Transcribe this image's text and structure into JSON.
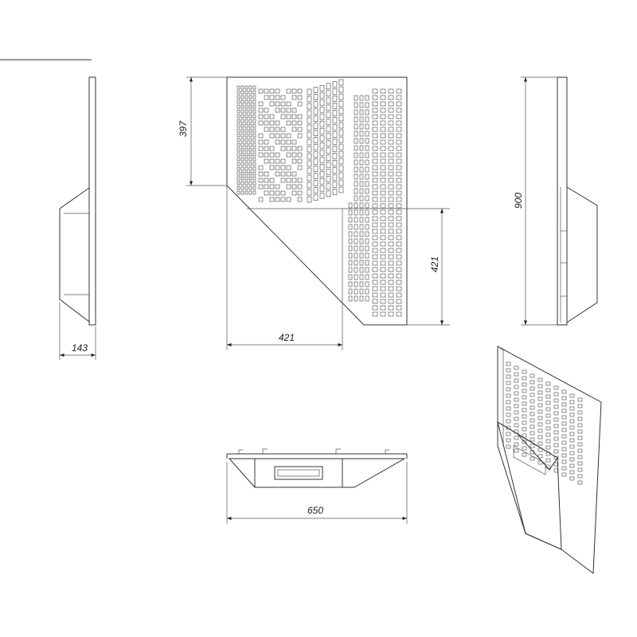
{
  "title": "Wall fireplace technical drawing",
  "dimensions": {
    "front_upper_height": "397",
    "front_lower_height": "421",
    "front_lower_width": "421",
    "side_depth": "143",
    "total_height": "900",
    "total_width": "650"
  },
  "colors": {
    "line": "#333333",
    "background": "#ffffff"
  }
}
